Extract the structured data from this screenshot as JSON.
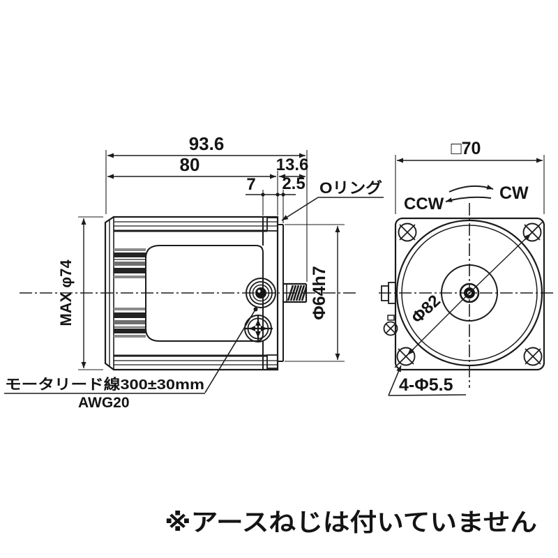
{
  "colors": {
    "line": "#1b1b1b",
    "background": "#ffffff",
    "rib_dark": "#242424",
    "rib_mid": "#6f6f6f",
    "rib_light": "#8a8a8a"
  },
  "side_view": {
    "dims": {
      "total": "93.6",
      "body": "80",
      "front": "13.6",
      "oring_offset": "7",
      "pilot": "2.5",
      "max_dia": "MAX φ74",
      "pilot_dia": "Φ64h7"
    },
    "oring_label": "Oリング",
    "lead_label": "モータリード線300±30mm",
    "lead_gauge": "AWG20"
  },
  "front_view": {
    "dims": {
      "frame": "□70",
      "bolt_circle": "Φ82",
      "holes": "4-Φ5.5"
    },
    "ccw": "CCW",
    "cw": "CW"
  },
  "note": "※アースねじは付いていません"
}
